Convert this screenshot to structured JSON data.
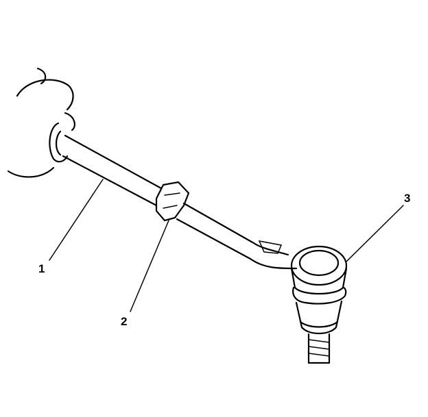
{
  "diagram": {
    "callouts": [
      {
        "number": "1",
        "part": "tie-rod"
      },
      {
        "number": "2",
        "part": "jam-nut"
      },
      {
        "number": "3",
        "part": "outer-tie-rod-end"
      }
    ],
    "line_color": "#000000",
    "background": "#ffffff"
  }
}
